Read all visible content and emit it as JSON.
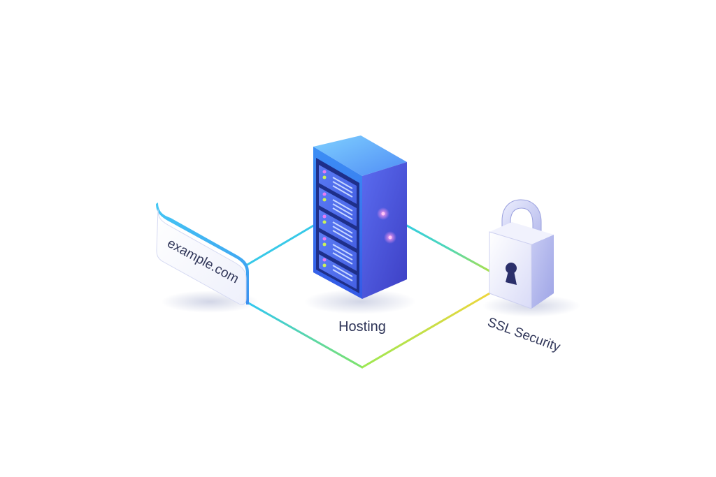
{
  "domain_label": {
    "text": "example.com"
  },
  "hosting": {
    "label": "Hosting",
    "server_slots": 5
  },
  "security": {
    "label": "SSL Security"
  },
  "icons": {
    "domain": "domain-card-icon",
    "server": "server-rack-icon",
    "lock": "padlock-icon"
  },
  "colors": {
    "connector_start": "#2ec6f5",
    "connector_mid": "#7ee36a",
    "connector_end": "#f4d43a",
    "server_front": "#4a70f0",
    "server_side": "#3f51d8",
    "server_top": "#6bb7ff",
    "lock_body": "#e8e9fb",
    "lock_shackle": "#cfd2f5",
    "text": "#2f3558"
  }
}
